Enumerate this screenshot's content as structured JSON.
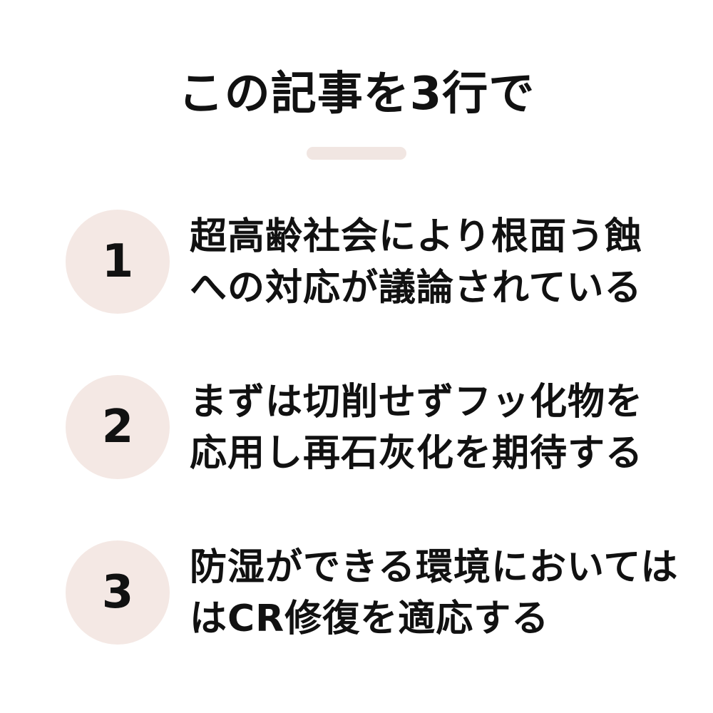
{
  "title": "この記事を3行で",
  "accent_color": "#f4e8e4",
  "points": [
    {
      "number": "1",
      "line1": "超高齢社会により根面う蝕",
      "line2": "への対応が議論されている"
    },
    {
      "number": "2",
      "line1": "まずは切削せずフッ化物を",
      "line2": "応用し再石灰化を期待する"
    },
    {
      "number": "3",
      "line1": "防湿ができる環境においては",
      "line2": "はCR修復を適応する"
    }
  ]
}
